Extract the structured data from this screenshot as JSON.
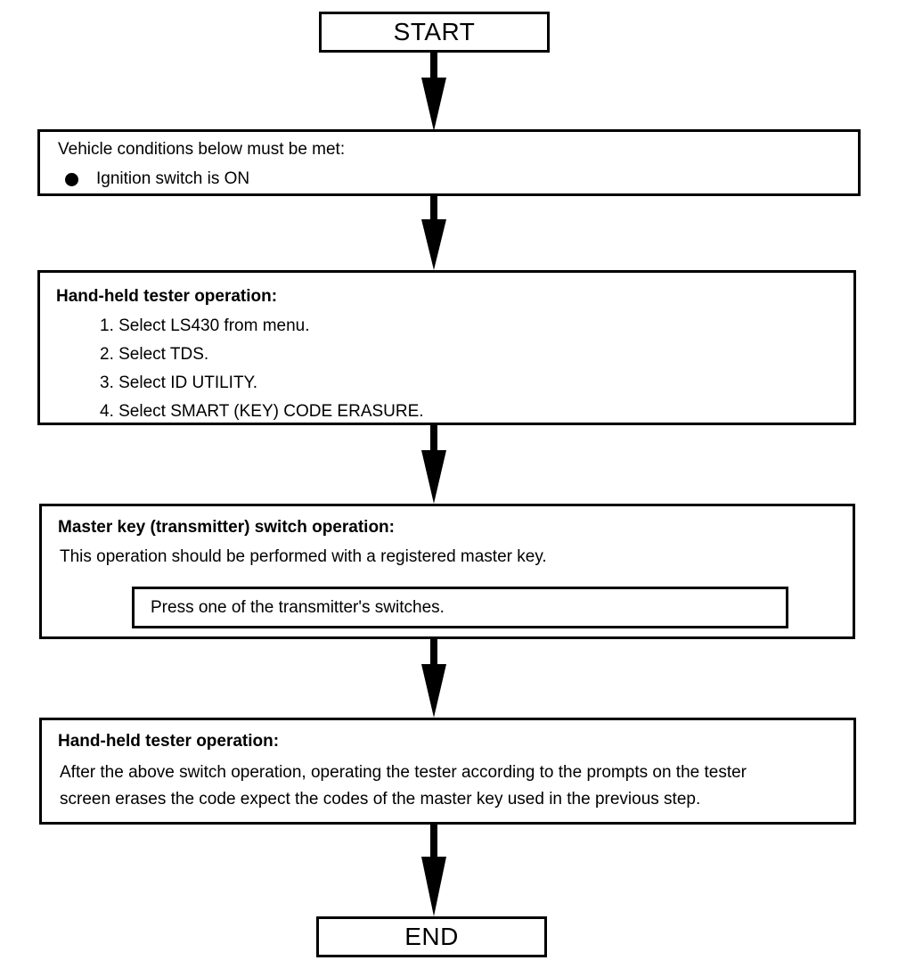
{
  "diagram": {
    "title": "Smart Key Code Erasure Procedure Flowchart",
    "type": "flowchart",
    "orientation": "vertical",
    "stroke_color": "#000000",
    "background_color": "#ffffff",
    "nodes": {
      "start": {
        "label": "START",
        "shape": "terminator"
      },
      "conditions": {
        "heading": "Vehicle conditions below must be met:",
        "bullets": [
          "Ignition switch is ON"
        ]
      },
      "tester_menu": {
        "title": "Hand-held tester operation:",
        "steps": [
          "1. Select LS430 from menu.",
          "2. Select TDS.",
          "3. Select ID UTILITY.",
          "4. Select SMART (KEY) CODE ERASURE."
        ]
      },
      "master_key": {
        "title": "Master key (transmitter) switch operation:",
        "note": "This operation should be performed with a registered master key.",
        "inner_label": "Press one of the transmitter's switches."
      },
      "tester_result": {
        "title": "Hand-held tester operation:",
        "line1": "After the above switch operation, operating the tester according to the prompts on the tester",
        "line2": "screen erases the code expect the codes of the master key used in the previous step."
      },
      "end": {
        "label": "END",
        "shape": "terminator"
      }
    },
    "connectors": [
      {
        "name": "arrow-start-to-conditions",
        "icon": "down-arrow-icon"
      },
      {
        "name": "arrow-conditions-to-tester-menu",
        "icon": "down-arrow-icon"
      },
      {
        "name": "arrow-tester-menu-to-master-key",
        "icon": "down-arrow-icon"
      },
      {
        "name": "arrow-master-key-to-tester-result",
        "icon": "down-arrow-icon"
      },
      {
        "name": "arrow-tester-result-to-end",
        "icon": "down-arrow-icon"
      }
    ]
  }
}
